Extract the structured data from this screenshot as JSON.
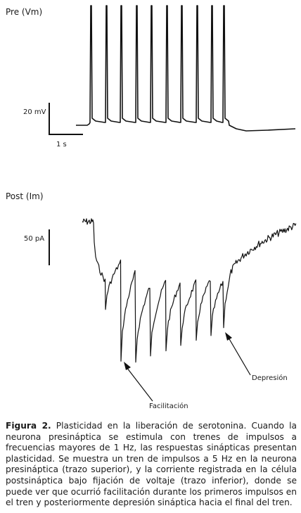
{
  "figure": {
    "pre_label": "Pre (Vm)",
    "post_label": "Post (Im)",
    "voltage_scale": "20 mV",
    "time_scale": "1 s",
    "current_scale": "50 pA",
    "annotations": {
      "facilitation": "Facilitación",
      "depression": "Depresión"
    }
  },
  "caption": {
    "title": "Figura 2.",
    "text": "Plasticidad en la liberación de serotonina. Cuando la neurona presináptica se estimula con trenes de impulsos a frecuencias mayores de 1 Hz, las respuestas sinápticas presentan plasticidad. Se muestra un tren de impulsos a 5 Hz en la neurona presináptica (trazo superior), y la corriente registrada en la célula postsináptica bajo fijación de voltaje (trazo inferior), donde se puede ver que ocurrió facilitación durante los primeros impulsos en el tren y posteriormente depresión sináptica hacia el final del tren."
  }
}
